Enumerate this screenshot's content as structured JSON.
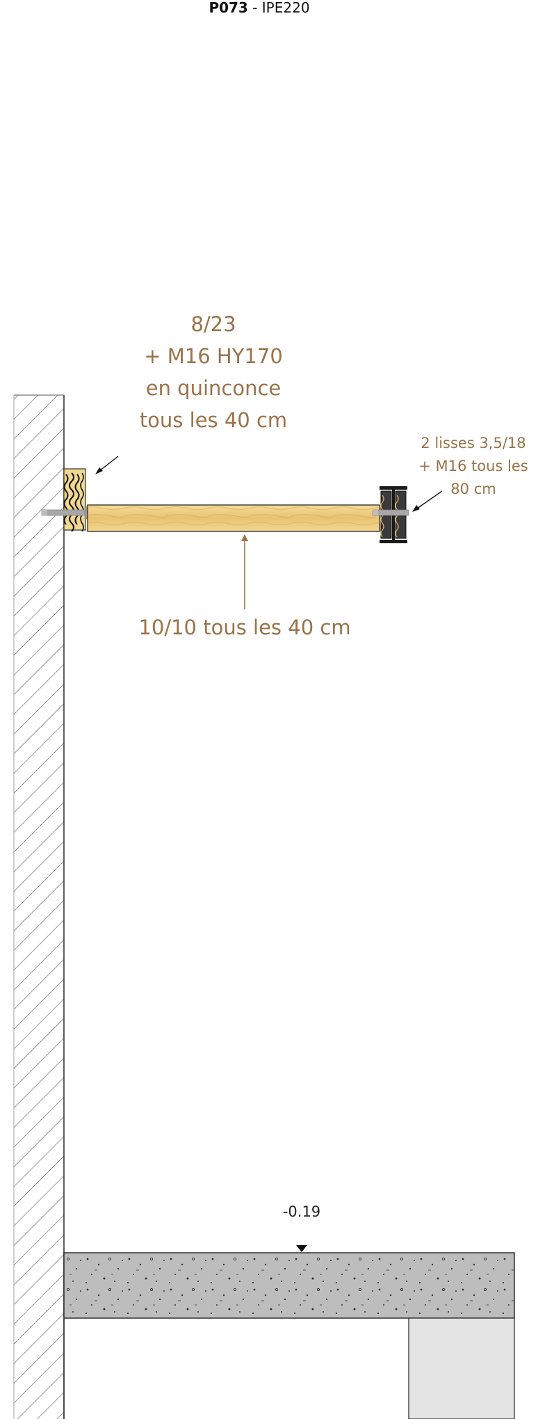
{
  "title": {
    "id": "P073",
    "separator": " - ",
    "profile": "IPE220"
  },
  "annotations": {
    "wall_timber": [
      "8/23",
      "+ M16 HY170",
      "en quinconce",
      "tous les 40 cm"
    ],
    "joist": "10/10 tous les 40 cm",
    "steel_beam": [
      "2 lisses 3,5/18",
      "+ M16 tous les",
      "80 cm"
    ]
  },
  "level": {
    "value": "-0.19"
  },
  "colors": {
    "annotation": "#9a7349",
    "timber_light": "#f1d48b",
    "timber_dark": "#d9a95a",
    "concrete": "#bcbcbc",
    "hatch": "#555555",
    "steel": "#1a1a1a",
    "bolt": "#a8a8a8"
  }
}
